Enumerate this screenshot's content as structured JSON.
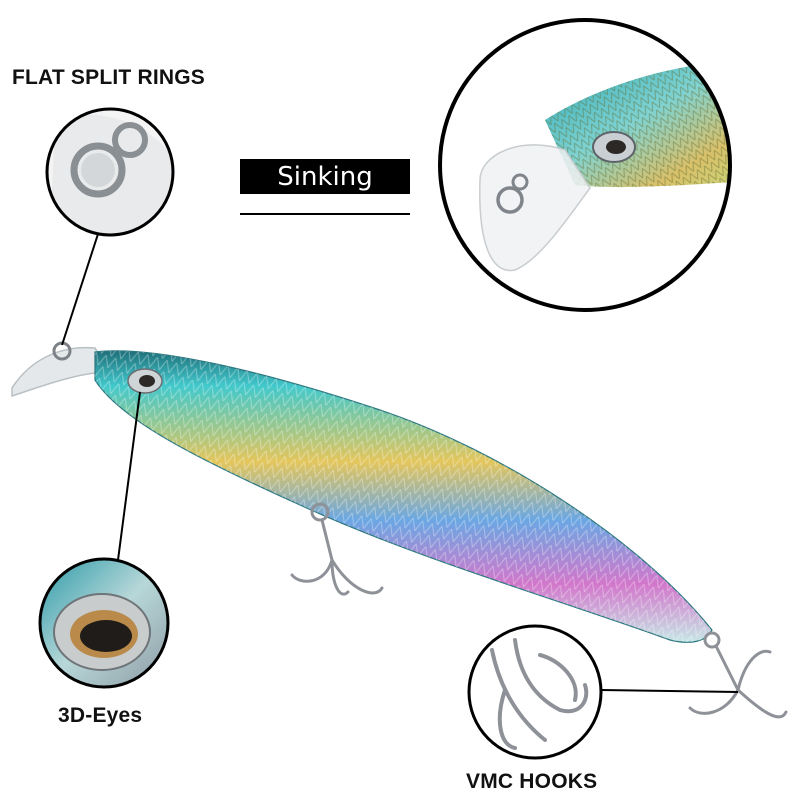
{
  "callouts": {
    "flat_split_rings": "FLAT SPLIT RINGS",
    "eyes": "3D-Eyes",
    "hooks": "VMC HOOKS"
  },
  "badge": {
    "label": "Sinking"
  },
  "colors": {
    "lure_top": "#3ec6c9",
    "lure_gold": "#e2c35a",
    "lure_blue": "#5b9fe0",
    "lure_pink": "#d072c9",
    "outline": "#000000",
    "hook_metal": "#8e9298"
  }
}
